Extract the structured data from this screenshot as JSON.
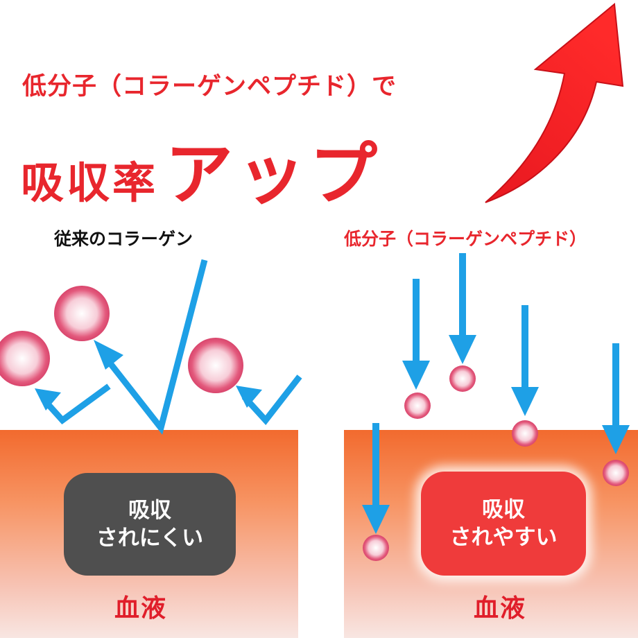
{
  "headline": {
    "line1": "低分子（コラーゲンペプチド）で",
    "line2_small": "吸収率",
    "line2_big": "アップ"
  },
  "left_panel": {
    "label": "従来のコラーゲン",
    "badge_line1": "吸収",
    "badge_line2": "されにくい",
    "blood": "血液"
  },
  "right_panel": {
    "label": "低分子（コラーゲンペプチド）",
    "badge_line1": "吸収",
    "badge_line2": "されやすい",
    "blood": "血液"
  },
  "colors": {
    "accent_red": "#e8262d",
    "arrow_blue": "#1ea0e6",
    "badge_gray": "#4f4f4f",
    "badge_red": "#ef3b3b"
  },
  "icons": [
    "up-arrow-icon",
    "bounce-arrow-icon",
    "down-arrow-icon",
    "collagen-molecule-icon"
  ]
}
